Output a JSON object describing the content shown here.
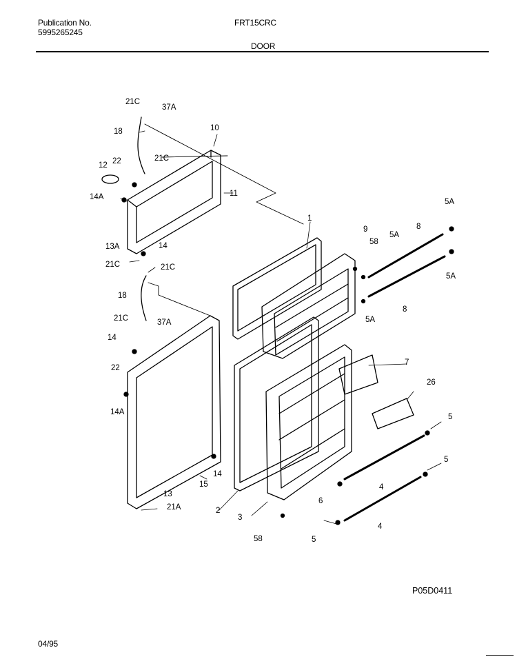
{
  "header": {
    "publication_label": "Publication No.",
    "publication_number": "5995265245",
    "model": "FRT15CRC",
    "section": "DOOR"
  },
  "footer": {
    "drawing_code": "P05D0411",
    "date": "04/95"
  },
  "callouts": {
    "c21C_top": "21C",
    "c37A_top": "37A",
    "c18_top": "18",
    "c10": "10",
    "c21C_mid": "21C",
    "c12": "12",
    "c22_top": "22",
    "c14A_top": "14A",
    "c11": "11",
    "c13A": "13A",
    "c14_top": "14",
    "c21C_a": "21C",
    "c21C_b": "21C",
    "c18_bot": "18",
    "c21C_c": "21C",
    "c37A_bot": "37A",
    "c14_mid": "14",
    "c22_bot": "22",
    "c14A_bot": "14A",
    "c14_bot": "14",
    "c15": "15",
    "c13": "13",
    "c21A": "21A",
    "c1": "1",
    "c9": "9",
    "c58_top": "58",
    "c5A_a": "5A",
    "c8_top": "8",
    "c5A_right_top": "5A",
    "c5A_right_bot": "5A",
    "c5A_b": "5A",
    "c8_bot": "8",
    "c7": "7",
    "c26": "26",
    "c5_a": "5",
    "c5_b": "5",
    "c4_a": "4",
    "c6": "6",
    "c4_b": "4",
    "c5_c": "5",
    "c2": "2",
    "c3": "3",
    "c58_bot": "58"
  }
}
